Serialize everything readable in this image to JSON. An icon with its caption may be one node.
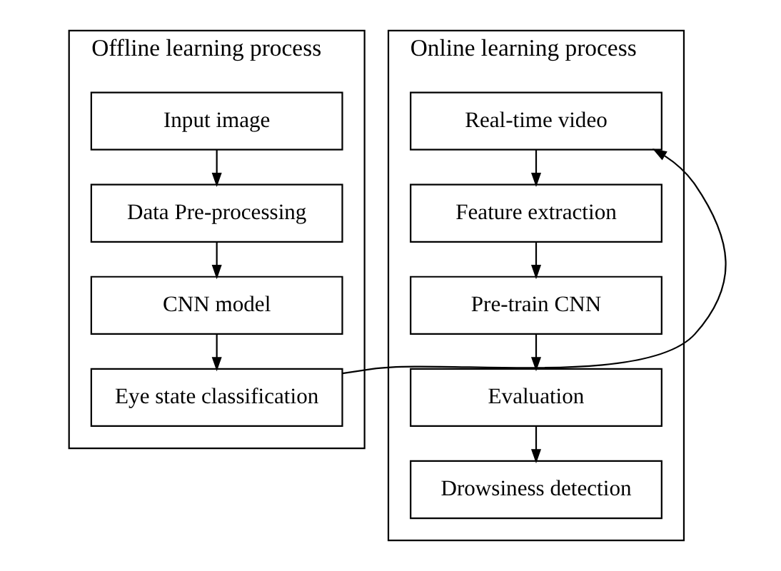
{
  "diagram": {
    "nodes": [
      {
        "text": [
          "Offline learning process"
        ]
      },
      {
        "text": [
          "Input image"
        ],
        "in": 0
      },
      {
        "text": [
          "Data Pre-processing"
        ],
        "in": 0
      },
      {
        "text": [
          "CNN model"
        ],
        "in": 0
      },
      {
        "text": [
          "Eye state classification"
        ],
        "in": 0
      },
      {
        "text": [
          "Online learning process"
        ]
      },
      {
        "text": [
          "Real-time video"
        ],
        "in": 5
      },
      {
        "text": [
          "Feature extraction"
        ],
        "in": 5
      },
      {
        "text": [
          "Pre-train CNN"
        ],
        "in": 5
      },
      {
        "text": [
          "Evaluation"
        ],
        "in": 5
      },
      {
        "text": [
          "Drowsiness detection"
        ],
        "in": 5
      }
    ],
    "edges": [
      {
        "from": 1,
        "to": 2,
        "arrow": "to"
      },
      {
        "from": 2,
        "to": 3,
        "arrow": "to"
      },
      {
        "from": 3,
        "to": 4,
        "arrow": "to"
      },
      {
        "from": 4,
        "to": 6,
        "arrow": "to"
      },
      {
        "from": 6,
        "to": 7,
        "arrow": "to"
      },
      {
        "from": 7,
        "to": 8,
        "arrow": "to"
      },
      {
        "from": 8,
        "to": 9,
        "arrow": "to"
      },
      {
        "from": 9,
        "to": 10,
        "arrow": "to"
      }
    ]
  }
}
